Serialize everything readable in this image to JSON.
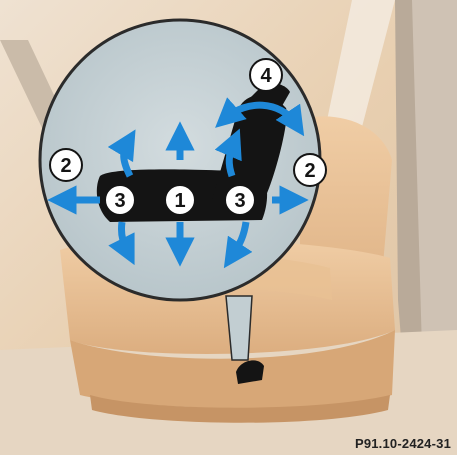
{
  "figure": {
    "caption": "P91.10-2424-31",
    "callouts": [
      {
        "id": "callout-1",
        "label": "1"
      },
      {
        "id": "callout-2-left",
        "label": "2"
      },
      {
        "id": "callout-2-right",
        "label": "2"
      },
      {
        "id": "callout-3-left",
        "label": "3"
      },
      {
        "id": "callout-3-right",
        "label": "3"
      },
      {
        "id": "callout-4",
        "label": "4"
      }
    ],
    "colors": {
      "arrow": "#1e88d8",
      "magnifier": "#c2ced2",
      "seat": "#e8c39a",
      "control": "#141414"
    }
  }
}
